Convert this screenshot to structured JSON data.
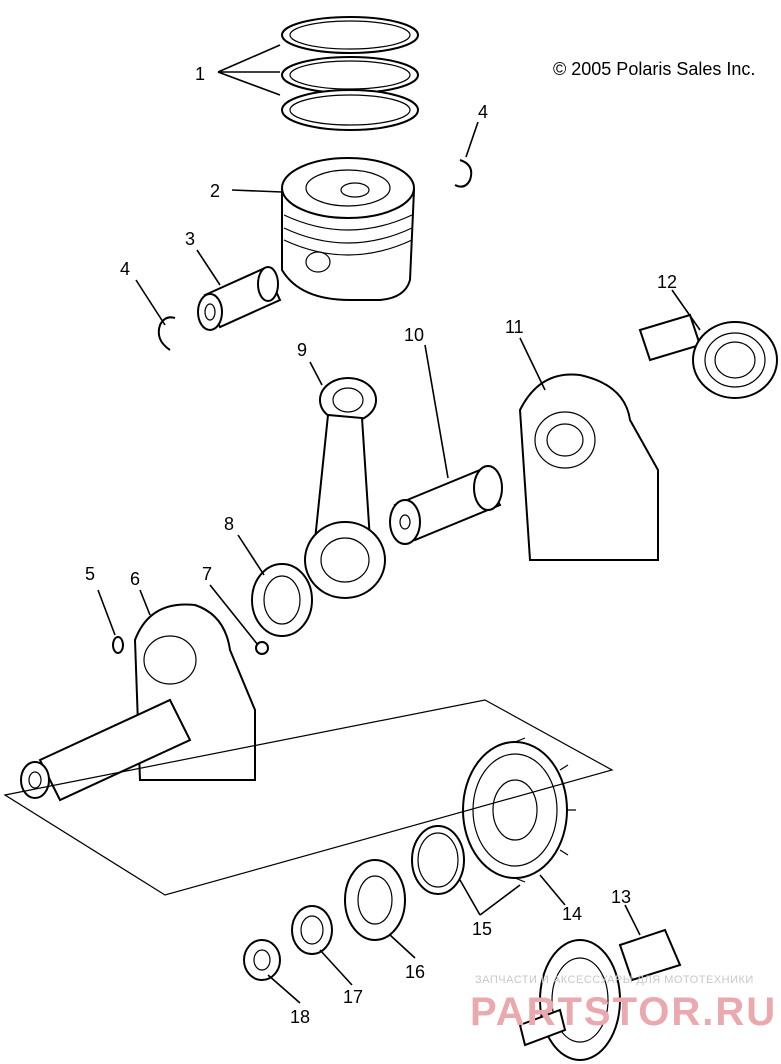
{
  "copyright": "© 2005 Polaris Sales Inc.",
  "watermark": {
    "line1": "ЗАПЧАСТИ И АКСЕССУАРЫ ДЛЯ МОТОТЕХНИКИ",
    "line2": "PARTSTOR.RU"
  },
  "callouts": {
    "c1": "1",
    "c2": "2",
    "c3": "3",
    "c4a": "4",
    "c4b": "4",
    "c5": "5",
    "c6": "6",
    "c7": "7",
    "c8": "8",
    "c9": "9",
    "c10": "10",
    "c11": "11",
    "c12": "12",
    "c13": "13",
    "c14": "14",
    "c15": "15",
    "c16": "16",
    "c17": "17",
    "c18": "18"
  }
}
